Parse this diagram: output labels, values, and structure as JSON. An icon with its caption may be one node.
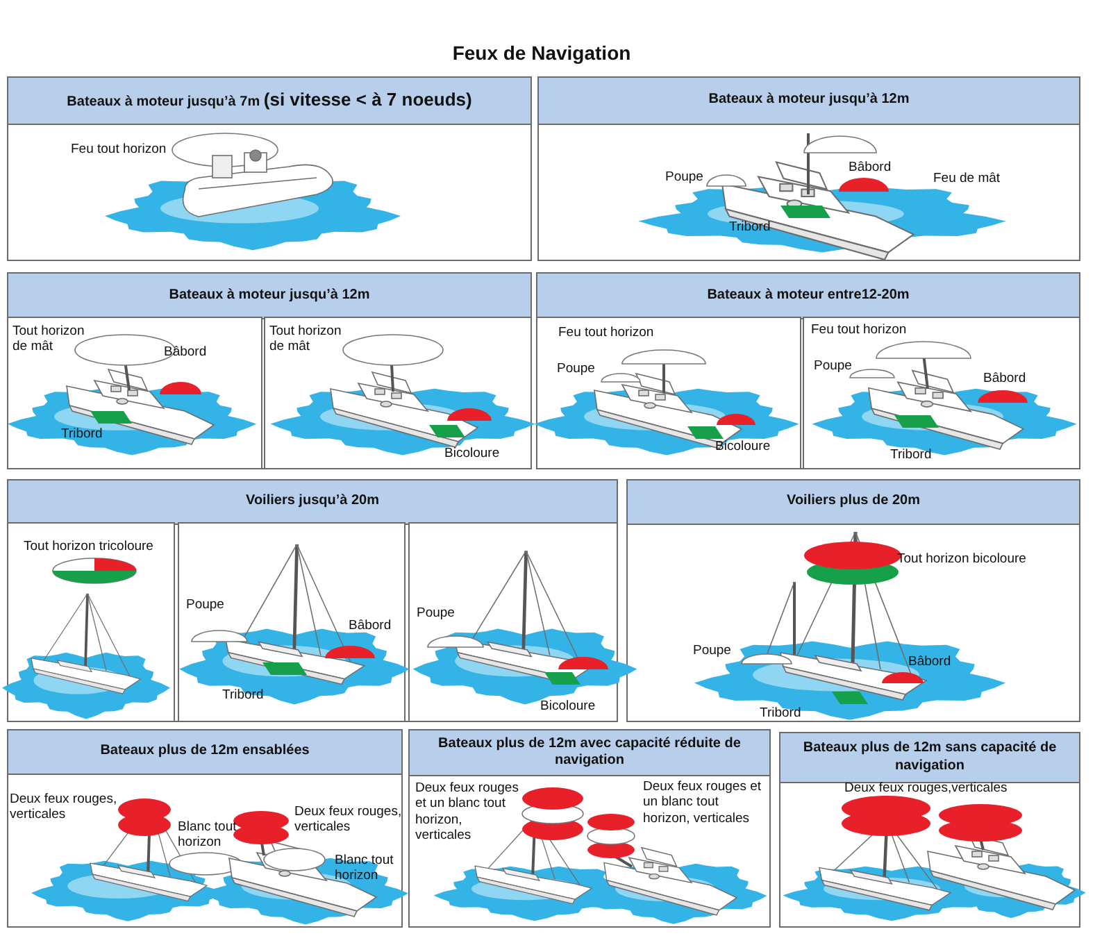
{
  "diagram": {
    "title": "Feux de Navigation",
    "nodes": [
      {
        "text": [
          "Bateaux à moteur jusqu’à 7m **(si vitesse < à 7 noeuds)**",
          "Feu tout horizon"
        ]
      },
      {
        "text": [
          "Bateaux à moteur jusqu’à 12m",
          "Poupe",
          "Bâbord",
          "Feu de mât",
          "Tribord"
        ]
      },
      {
        "text": [
          "Bateaux à moteur jusqu’à 12m"
        ]
      },
      {
        "text": [
          "Tout horizon de mât",
          "Bâbord",
          "Tribord"
        ],
        "in": 2
      },
      {
        "text": [
          "Tout horizon de mât",
          "Bicoloure"
        ],
        "in": 2
      },
      {
        "text": [
          "Bateaux à moteur entre12-20m"
        ]
      },
      {
        "text": [
          "Feu tout horizon",
          "Poupe",
          "Bicoloure"
        ],
        "in": 5
      },
      {
        "text": [
          "Feu tout horizon",
          "Poupe",
          "Bâbord",
          "Tribord"
        ],
        "in": 5
      },
      {
        "text": [
          "Voiliers jusqu’à 20m"
        ]
      },
      {
        "text": [
          "Tout horizon tricoloure"
        ],
        "in": 8
      },
      {
        "text": [
          "Poupe",
          "Bâbord",
          "Tribord"
        ],
        "in": 8
      },
      {
        "text": [
          "Poupe",
          "Bicoloure"
        ],
        "in": 8
      },
      {
        "text": [
          "Voiliers plus de 20m",
          "Tout horizon bicoloure",
          "Poupe",
          "Bâbord",
          "Tribord"
        ]
      },
      {
        "text": [
          "Bateaux plus de 12m ensablées",
          "Deux feux rouges, verticales",
          "Blanc tout horizon",
          "Deux feux rouges, verticales",
          "Blanc tout horizon"
        ]
      },
      {
        "text": [
          "Bateaux plus de 12m avec capacité réduite de navigation",
          "Deux feux rouges et un blanc tout horizon, verticales",
          "Deux feux rouges et un blanc tout horizon, verticales"
        ]
      },
      {
        "text": [
          "Bateaux plus de 12m sans capacité de navigation",
          "Deux feux rouges,verticales"
        ]
      }
    ]
  }
}
